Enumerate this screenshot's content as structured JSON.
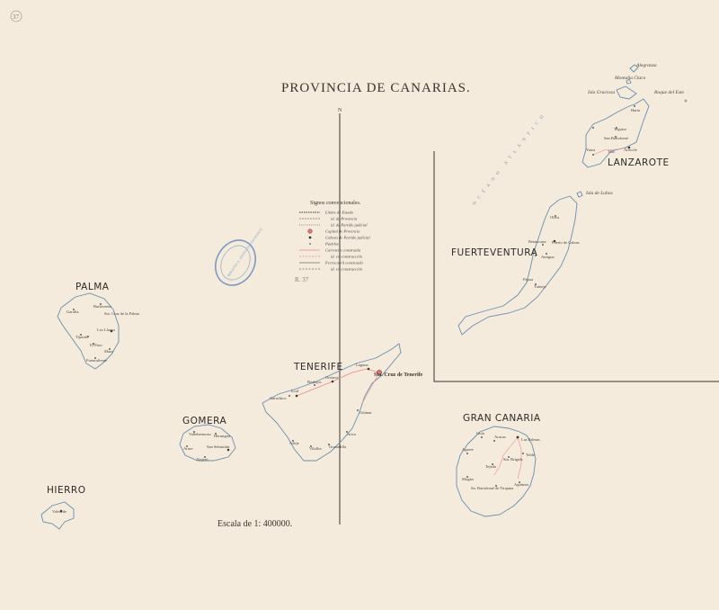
{
  "title": "PROVINCIA DE CANARIAS.",
  "corner_mark": "37",
  "north_marker": "N",
  "scale_label": "Escala de 1: 400000.",
  "stamp_text": "BIBLIOTECA · INSTITUTO GEOGRÁFICO",
  "inventory_mark": "R. 37",
  "ocean_label": "OCÉANO ATLÁNTICO",
  "legend": {
    "title": "Signos convencionales.",
    "items": [
      "Límite de Estado",
      "id. de Provincia",
      "id. de Partido judicial",
      "Capital de Provincia",
      "Cabeza de Partido judicial",
      "Pueblos",
      "Carretera construida",
      "id. en construcción",
      "Ferrocarril construido",
      "id. en construcción"
    ]
  },
  "islands": {
    "lanzarote": "LANZAROTE",
    "fuerteventura": "FUERTEVENTURA",
    "gran_canaria": "GRAN CANARIA",
    "tenerife": "TENERIFE",
    "gomera": "GOMERA",
    "palma": "PALMA",
    "hierro": "HIERRO"
  },
  "islets": {
    "alegranza": "Alegranza",
    "montana_clara": "Montaña Clara",
    "graciosa": "Isla Graciosa",
    "roque_del_este": "Roque del Este",
    "lobos": "Isla de Lobos"
  },
  "capital": "Sta. Cruz de Tenerife",
  "towns": {
    "lanzarote": [
      "Haría",
      "Teguise",
      "San Bartolomé",
      "Arrecife",
      "Yaiza",
      "Tías"
    ],
    "fuerteventura": [
      "Oliva",
      "Puerto de Cabras",
      "Antigua",
      "Tuineje",
      "Pájara",
      "Betancuria"
    ],
    "gran_canaria": [
      "Las Palmas",
      "Telde",
      "Guía",
      "Arucas",
      "Agaete",
      "Tejeda",
      "Mogán",
      "Sta. Brígida",
      "Sn. Bartolomé de Tirajana",
      "Agüimes"
    ],
    "tenerife": [
      "Laguna",
      "Orotava",
      "Icod",
      "Garachico",
      "Güímar",
      "Arico",
      "Granadilla",
      "Adeje",
      "Vilaflor",
      "Realejos"
    ],
    "gomera": [
      "Vallehermoso",
      "Hermigua",
      "San Sebastián",
      "Alajeró",
      "Arure"
    ],
    "palma": [
      "Barlovento",
      "Sta. Cruz de la Palma",
      "Garafía",
      "Tijarafe",
      "Los Llanos",
      "El Paso",
      "Fuencaliente",
      "Mazo"
    ],
    "hierro": [
      "Valverde"
    ]
  }
}
